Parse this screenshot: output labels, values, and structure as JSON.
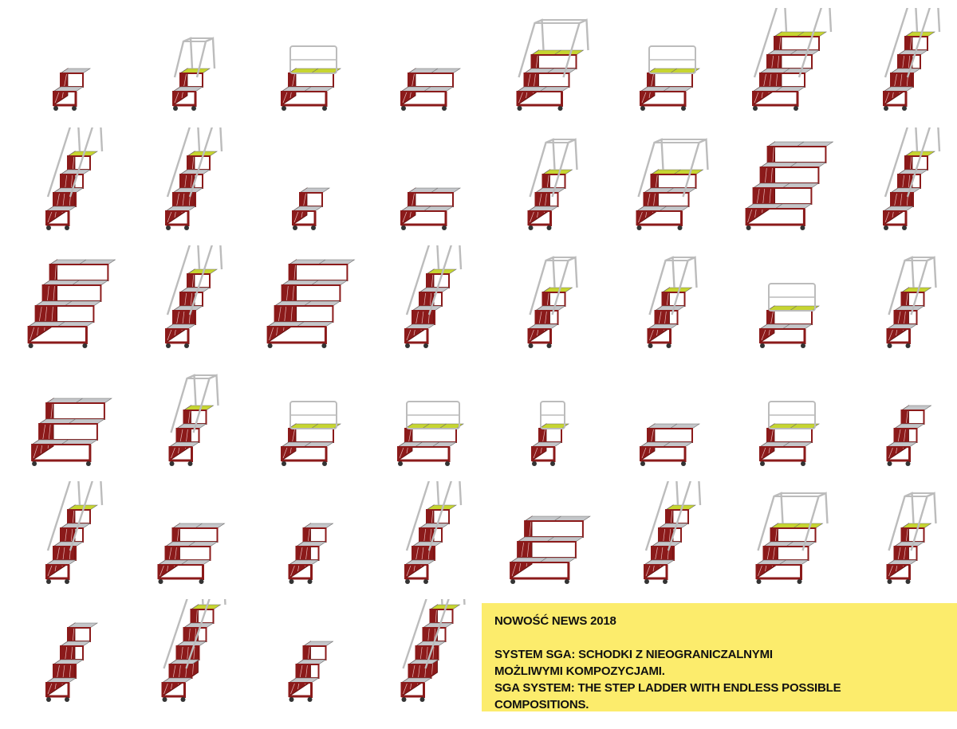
{
  "colors": {
    "frame": "#8b1a1a",
    "step": "#c4c6c9",
    "rail": "#bcbcbc",
    "accent": "#c6d531",
    "panel": "#fcec6c"
  },
  "products": [
    {
      "steps": 2,
      "width": 1,
      "rail": "none",
      "big": false
    },
    {
      "steps": 2,
      "width": 1,
      "rail": "tower",
      "big": false
    },
    {
      "steps": 2,
      "width": 2,
      "rail": "front",
      "big": false
    },
    {
      "steps": 2,
      "width": 2,
      "rail": "none",
      "big": false
    },
    {
      "steps": 3,
      "width": 2,
      "rail": "full",
      "big": false
    },
    {
      "steps": 2,
      "width": 2,
      "rail": "front",
      "big": false
    },
    {
      "steps": 4,
      "width": 2,
      "rail": "full",
      "big": false
    },
    {
      "steps": 4,
      "width": 1,
      "rail": "full",
      "big": false
    },
    {
      "steps": 4,
      "width": 1,
      "rail": "full",
      "big": false
    },
    {
      "steps": 4,
      "width": 1,
      "rail": "full",
      "big": false
    },
    {
      "steps": 2,
      "width": 1,
      "rail": "none",
      "big": false
    },
    {
      "steps": 2,
      "width": 2,
      "rail": "none",
      "big": false
    },
    {
      "steps": 3,
      "width": 1,
      "rail": "full",
      "big": false
    },
    {
      "steps": 3,
      "width": 2,
      "rail": "full",
      "big": false
    },
    {
      "steps": 4,
      "width": 2,
      "rail": "none",
      "big": true
    },
    {
      "steps": 4,
      "width": 1,
      "rail": "full",
      "big": false
    },
    {
      "steps": 4,
      "width": 2,
      "rail": "none",
      "big": true
    },
    {
      "steps": 4,
      "width": 1,
      "rail": "full",
      "big": false
    },
    {
      "steps": 4,
      "width": 2,
      "rail": "none",
      "big": true
    },
    {
      "steps": 4,
      "width": 1,
      "rail": "full",
      "big": false
    },
    {
      "steps": 3,
      "width": 1,
      "rail": "full",
      "big": false
    },
    {
      "steps": 3,
      "width": 1,
      "rail": "full",
      "big": false
    },
    {
      "steps": 2,
      "width": 2,
      "rail": "front",
      "big": false
    },
    {
      "steps": 3,
      "width": 1,
      "rail": "full",
      "big": false
    },
    {
      "steps": 3,
      "width": 2,
      "rail": "none",
      "big": true
    },
    {
      "steps": 3,
      "width": 1,
      "rail": "full",
      "big": false
    },
    {
      "steps": 2,
      "width": 2,
      "rail": "front",
      "big": false
    },
    {
      "steps": 2,
      "width": 3,
      "rail": "front",
      "big": false
    },
    {
      "steps": 2,
      "width": 1,
      "rail": "front",
      "big": false
    },
    {
      "steps": 2,
      "width": 2,
      "rail": "none",
      "big": false
    },
    {
      "steps": 2,
      "width": 2,
      "rail": "front",
      "big": false
    },
    {
      "steps": 3,
      "width": 1,
      "rail": "none",
      "big": false
    },
    {
      "steps": 4,
      "width": 1,
      "rail": "full",
      "big": false
    },
    {
      "steps": 3,
      "width": 2,
      "rail": "none",
      "big": false
    },
    {
      "steps": 3,
      "width": 1,
      "rail": "none",
      "big": false
    },
    {
      "steps": 4,
      "width": 1,
      "rail": "full",
      "big": false
    },
    {
      "steps": 3,
      "width": 2,
      "rail": "none",
      "big": true
    },
    {
      "steps": 4,
      "width": 1,
      "rail": "full",
      "big": false
    },
    {
      "steps": 3,
      "width": 2,
      "rail": "full",
      "big": false
    },
    {
      "steps": 3,
      "width": 1,
      "rail": "full",
      "big": false
    },
    {
      "steps": 4,
      "width": 1,
      "rail": "none",
      "big": false
    },
    {
      "steps": 5,
      "width": 1,
      "rail": "full",
      "big": false
    },
    {
      "steps": 3,
      "width": 1,
      "rail": "none",
      "big": false
    },
    {
      "steps": 5,
      "width": 1,
      "rail": "full",
      "big": false
    }
  ],
  "news_box": {
    "headline": "NOWOŚĆ NEWS 2018",
    "line1": "SYSTEM SGA: SCHODKI Z NIEOGRANICZALNYMI",
    "line2": "MOŻLIWYMI KOMPOZYCJAMI.",
    "line3": "SGA SYSTEM: THE STEP LADDER WITH ENDLESS POSSIBLE",
    "line4": "COMPOSITIONS."
  }
}
